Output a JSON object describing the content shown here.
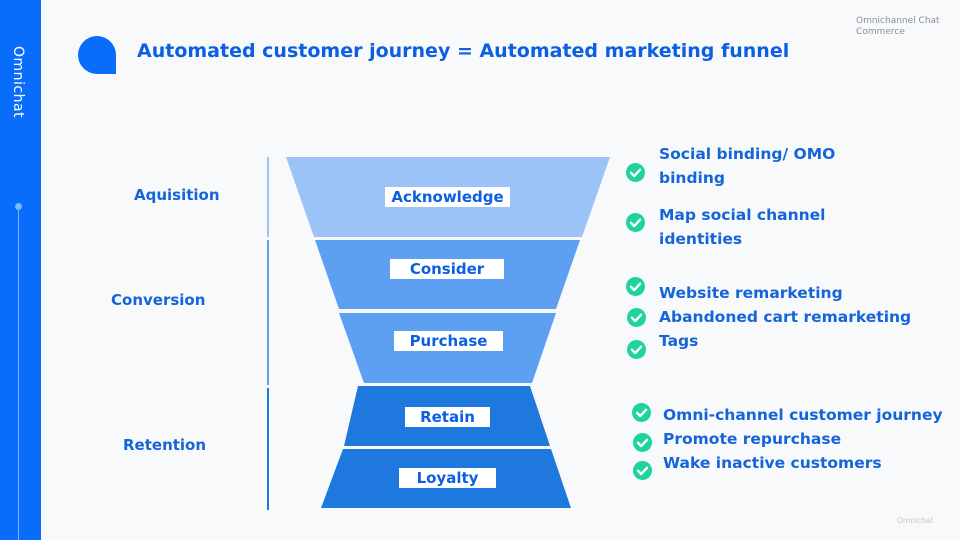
{
  "sidebar": {
    "brand": "Omnichat"
  },
  "header": {
    "title": "Automated customer journey = Automated marketing funnel",
    "corner_line1": "Omnichannel Chat",
    "corner_line2": "Commerce"
  },
  "footer": {
    "brand": "Omnichat"
  },
  "colors": {
    "primary": "#0a6cfb",
    "title_text": "#0b5fe0",
    "stage_acknowledge": "#9cc3f7",
    "stage_consider": "#5d9ff0",
    "stage_purchase": "#5d9ff0",
    "stage_retain": "#1e78dd",
    "stage_loyalty": "#1e78dd",
    "check": "#1fd3a0"
  },
  "phases": [
    {
      "label": "Aquisition"
    },
    {
      "label": "Conversion"
    },
    {
      "label": "Retention"
    }
  ],
  "funnel": [
    {
      "label": "Acknowledge",
      "phase": "Aquisition"
    },
    {
      "label": "Consider",
      "phase": "Conversion"
    },
    {
      "label": "Purchase",
      "phase": "Conversion"
    },
    {
      "label": "Retain",
      "phase": "Retention"
    },
    {
      "label": "Loyalty",
      "phase": "Retention"
    }
  ],
  "features": [
    {
      "phase": "Aquisition",
      "items": [
        "Social binding/ OMO binding",
        "Map social channel identities"
      ]
    },
    {
      "phase": "Conversion",
      "items": [
        "Website remarketing",
        "Abandoned cart remarketing",
        "Tags"
      ]
    },
    {
      "phase": "Retention",
      "items": [
        "Omni-channel customer journey",
        "Promote repurchase",
        "Wake inactive customers"
      ]
    }
  ],
  "feature_lines": {
    "f0a": "Social binding/ OMO",
    "f0b": "binding",
    "f1a": "Map social channel",
    "f1b": "identities",
    "f2": "Website remarketing",
    "f3": "Abandoned cart remarketing",
    "f4": "Tags",
    "f5": "Omni-channel customer journey",
    "f6": "Promote repurchase",
    "f7": "Wake inactive customers"
  },
  "icons": {
    "check": "check-circle-icon",
    "logo": "chat-bubble-logo-icon"
  }
}
